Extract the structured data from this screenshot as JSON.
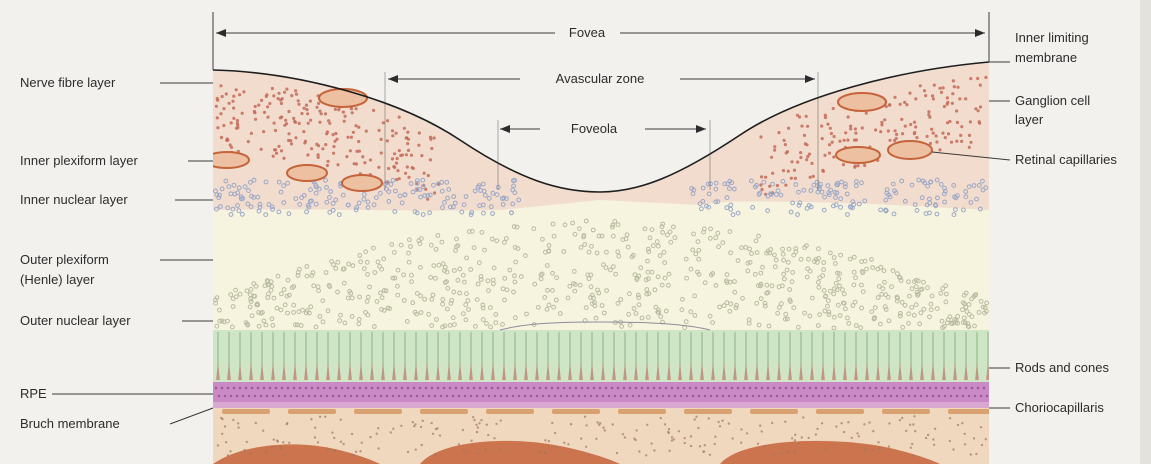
{
  "labels": {
    "fovea": "Fovea",
    "avascular_zone": "Avascular zone",
    "foveola": "Foveola",
    "nerve_fibre_layer": "Nerve fibre layer",
    "inner_plexiform_layer": "Inner plexiform layer",
    "inner_nuclear_layer": "Inner nuclear layer",
    "outer_plexiform_line1": "Outer plexiform",
    "outer_plexiform_line2": "(Henle) layer",
    "outer_nuclear_layer": "Outer nuclear layer",
    "rpe": "RPE",
    "bruch_membrane": "Bruch membrane",
    "inner_limiting_line1": "Inner limiting",
    "inner_limiting_line2": "membrane",
    "ganglion_line1": "Ganglion cell",
    "ganglion_line2": "layer",
    "retinal_capillaries": "Retinal capillaries",
    "rods_and_cones": "Rods and cones",
    "choriocapillaris": "Choriocapillaris"
  },
  "colors": {
    "background": "#f2f1ee",
    "inner_retina": "#f2dccd",
    "henle_layer": "#f6f3de",
    "photoreceptors": "#cfe6c6",
    "rpe": "#c98ac6",
    "choroid": "#f0d8bf",
    "vessel": "#c6633a",
    "capillary": "#ecc0a0",
    "ganglion_dot": "#c66a58",
    "nuclear_dot": "#9aa8c8",
    "outer_nuclear_dot": "#b8bca0"
  }
}
